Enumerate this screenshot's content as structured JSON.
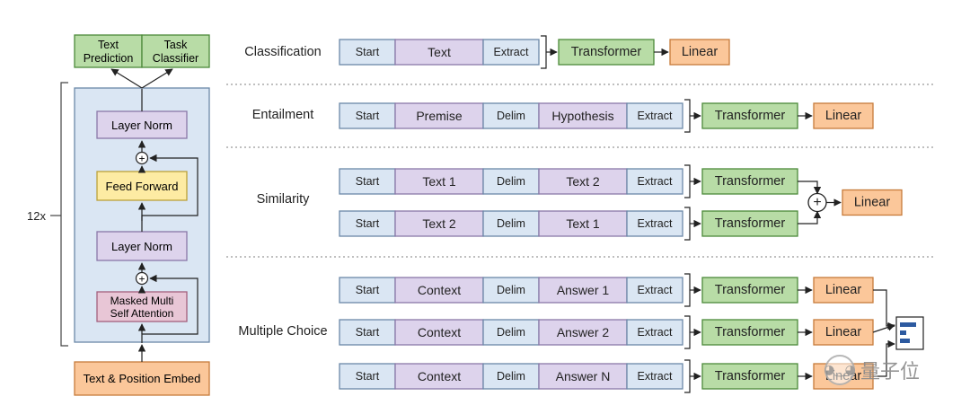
{
  "colors": {
    "blue_fill": "#dae6f3",
    "blue_stroke": "#6b88a8",
    "purple_fill": "#ddd3ec",
    "purple_stroke": "#8a78a8",
    "green_fill": "#b8dca6",
    "green_stroke": "#4c8a3a",
    "orange_fill": "#fbc79a",
    "orange_stroke": "#c77b3a",
    "yellow_fill": "#fdeba3",
    "yellow_stroke": "#bba13a",
    "pink_fill": "#e8c6d6",
    "pink_stroke": "#a3607e",
    "line": "#222222",
    "divider": "#999999"
  },
  "architecture": {
    "outputs": [
      {
        "line1": "Text",
        "line2": "Prediction"
      },
      {
        "line1": "Task",
        "line2": "Classifier"
      }
    ],
    "repeat_label": "12x",
    "layer_norm_top": "Layer Norm",
    "feed_forward": "Feed Forward",
    "layer_norm_bottom": "Layer Norm",
    "attention": {
      "line1": "Masked Multi",
      "line2": "Self Attention"
    },
    "embed": "Text & Position Embed",
    "plus_symbol": "+"
  },
  "tasks": [
    {
      "label": "Classification",
      "rows": [
        {
          "tokens": [
            "Start",
            "Text",
            "Extract"
          ],
          "transformer": "Transformer",
          "linear": "Linear"
        }
      ]
    },
    {
      "label": "Entailment",
      "rows": [
        {
          "tokens": [
            "Start",
            "Premise",
            "Delim",
            "Hypothesis",
            "Extract"
          ],
          "transformer": "Transformer",
          "linear": "Linear"
        }
      ]
    },
    {
      "label": "Similarity",
      "rows": [
        {
          "tokens": [
            "Start",
            "Text 1",
            "Delim",
            "Text 2",
            "Extract"
          ],
          "transformer": "Transformer"
        },
        {
          "tokens": [
            "Start",
            "Text 2",
            "Delim",
            "Text 1",
            "Extract"
          ],
          "transformer": "Transformer"
        }
      ],
      "combine": "+",
      "linear": "Linear"
    },
    {
      "label": "Multiple Choice",
      "rows": [
        {
          "tokens": [
            "Start",
            "Context",
            "Delim",
            "Answer 1",
            "Extract"
          ],
          "transformer": "Transformer",
          "linear": "Linear"
        },
        {
          "tokens": [
            "Start",
            "Context",
            "Delim",
            "Answer 2",
            "Extract"
          ],
          "transformer": "Transformer",
          "linear": "Linear"
        },
        {
          "tokens": [
            "Start",
            "Context",
            "Delim",
            "Answer N",
            "Extract"
          ],
          "transformer": "Transformer",
          "linear": "Linear"
        }
      ]
    }
  ],
  "watermark": {
    "text": "量子位",
    "icon": "wechat-icon"
  }
}
